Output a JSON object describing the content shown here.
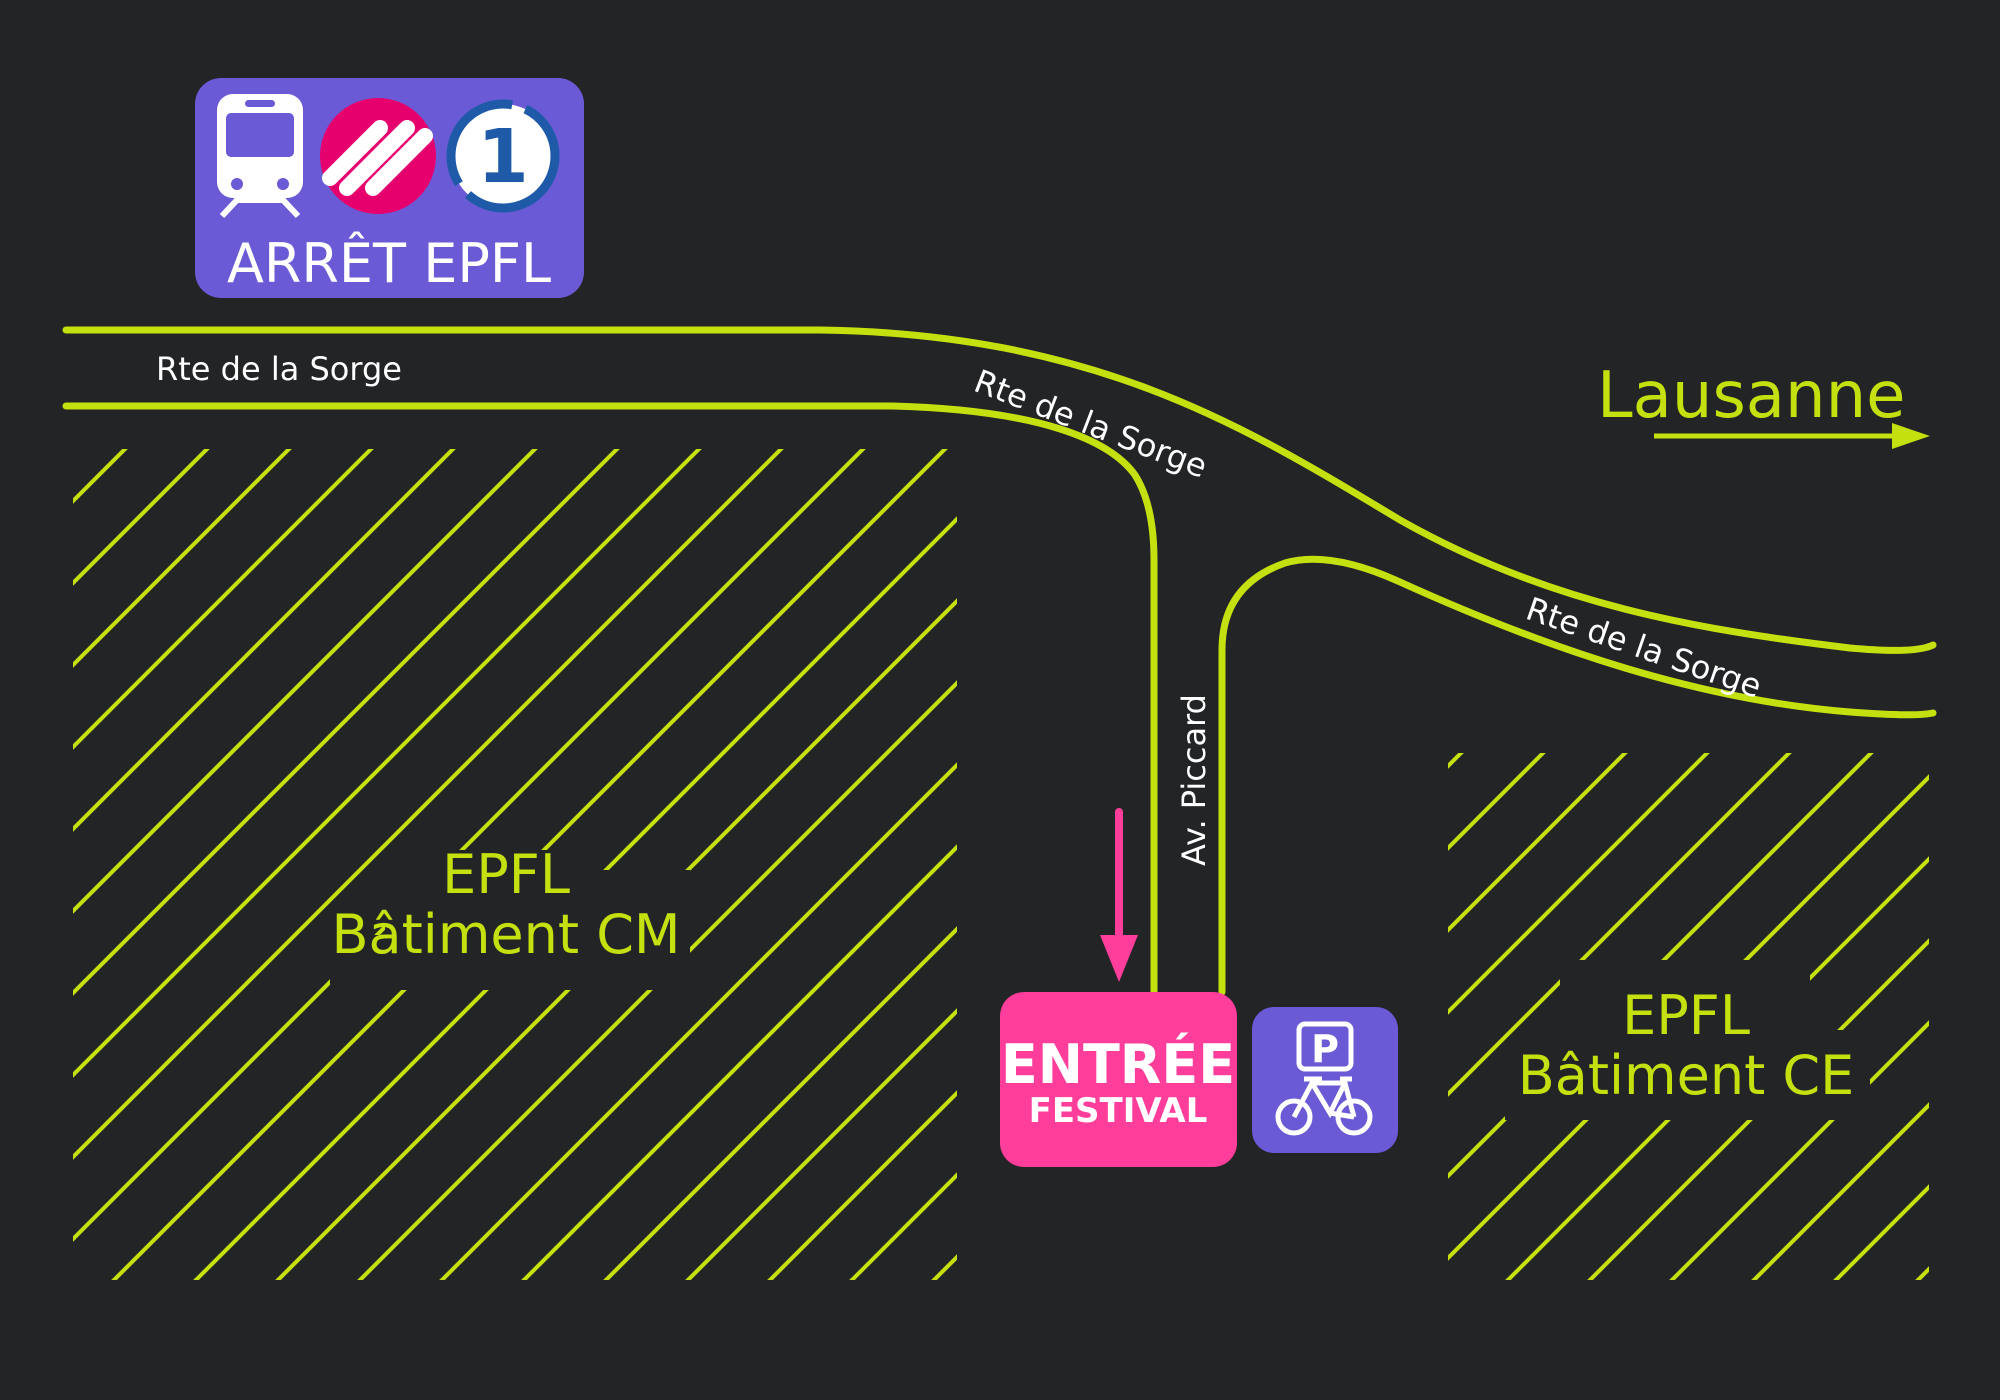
{
  "colors": {
    "background": "#222426",
    "road": "#c5e00f",
    "stop_box": "#6a5ad6",
    "entrance": "#ff3d9a",
    "metro_logo": "#e6006e",
    "line1_logo": "#1f5aa8"
  },
  "stop": {
    "label": "ARRÊT EPFL",
    "icons": [
      "train-icon",
      "metro-m-logo-icon",
      "line-1-icon"
    ],
    "line_number": "1"
  },
  "roads": {
    "sorge_1": "Rte de la Sorge",
    "sorge_2": "Rte de la Sorge",
    "sorge_3": "Rte de la Sorge",
    "piccard": "Av. Piccard"
  },
  "direction": {
    "label": "Lausanne"
  },
  "buildings": [
    {
      "line1": "EPFL",
      "line2": "Bâtiment CM"
    },
    {
      "line1": "EPFL",
      "line2": "Bâtiment CE"
    }
  ],
  "entrance": {
    "line1": "ENTRÉE",
    "line2": "FESTIVAL"
  },
  "bike_parking": {
    "letter": "P",
    "icon": "bike-parking-icon"
  }
}
